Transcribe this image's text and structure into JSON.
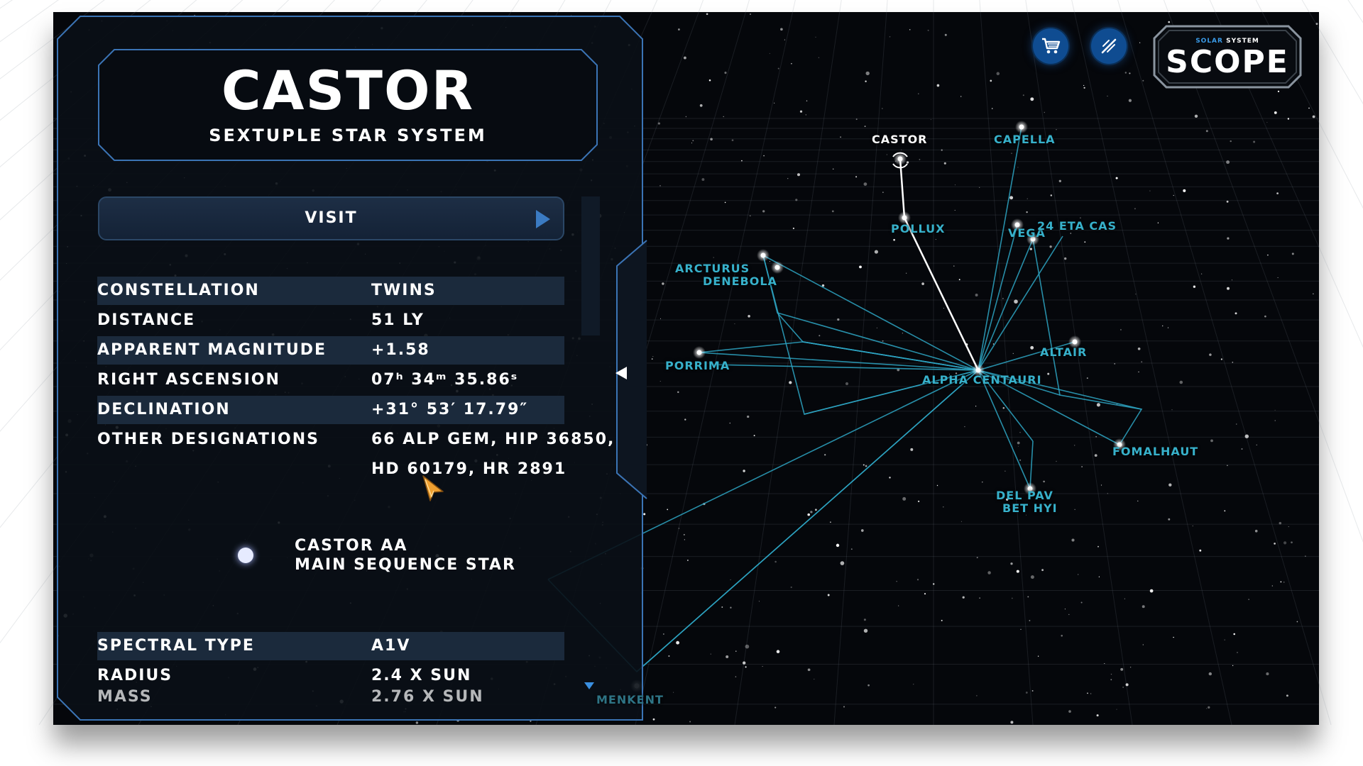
{
  "app": {
    "logo_small_solar": "SOLAR",
    "logo_small_system": " SYSTEM",
    "logo_big": "SCOPE",
    "accent_color": "#37b1cb",
    "icons": [
      "cart-icon",
      "no-orbit-icon",
      "collapse-arrow-icon",
      "visit-arrow-icon",
      "scroll-down-icon"
    ]
  },
  "panel": {
    "title": "CASTOR",
    "subtitle": "SEXTUPLE STAR SYSTEM",
    "visit_label": "VISIT",
    "properties": [
      {
        "label": "CONSTELLATION",
        "value": "TWINS"
      },
      {
        "label": "DISTANCE",
        "value": "51 LY"
      },
      {
        "label": "APPARENT MAGNITUDE",
        "value": "+1.58"
      },
      {
        "label": "RIGHT ASCENSION",
        "value": "07ʰ 34ᵐ 35.86ˢ"
      },
      {
        "label": "DECLINATION",
        "value": "+31° 53′ 17.79″"
      },
      {
        "label": "OTHER DESIGNATIONS",
        "value": "66 ALP GEM, HIP 36850,",
        "value2": "HD 60179, HR 2891"
      }
    ],
    "component": {
      "name": "CASTOR AA",
      "class": "MAIN SEQUENCE STAR",
      "properties": [
        {
          "label": "SPECTRAL TYPE",
          "value": "A1V"
        },
        {
          "label": "RADIUS",
          "value": "2.4 X SUN"
        }
      ],
      "partial_row": {
        "label": "MASS",
        "value": "2.76 X SUN"
      }
    }
  },
  "map": {
    "selected": "CASTOR",
    "center": "ALPHA CENTAURI",
    "labels": {
      "castor": "CASTOR",
      "capella": "CAPELLA",
      "pollux": "POLLUX",
      "vega": "VEGA",
      "eta_cas": "24 ETA CAS",
      "arcturus": "ARCTURUS",
      "denebola": "DENEBOLA",
      "porrima": "PORRIMA",
      "altair": "ALTAIR",
      "alpha_centauri": "ALPHA CENTAURI",
      "fomalhaut": "FOMALHAUT",
      "del_pav": "DEL PAV",
      "bet_hyi": "BET HYI",
      "menkent": "MENKENT"
    }
  }
}
